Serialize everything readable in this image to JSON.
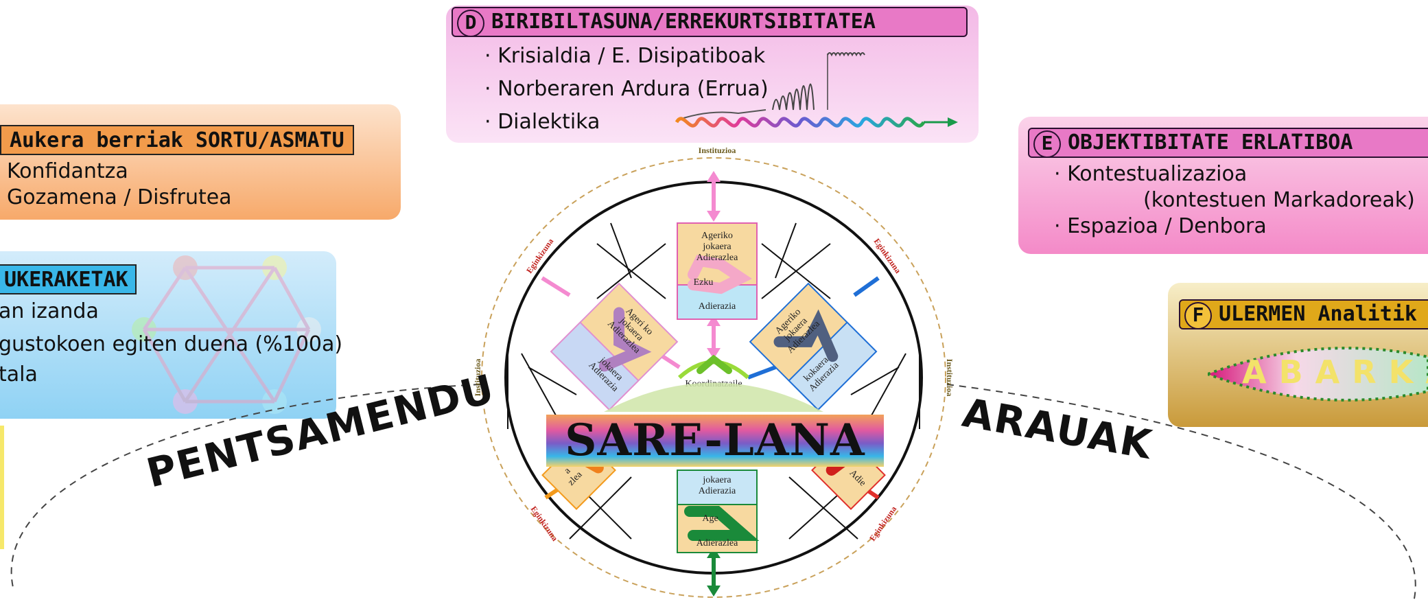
{
  "panel_d": {
    "letter": "D",
    "title": "BIRIBILTASUNA/ERREKURTSIBITATEA",
    "items": [
      "· Krisialdia / E. Disipatiboak",
      "· Norberaren Ardura (Errua)",
      "· Dialektika"
    ]
  },
  "panel_e": {
    "letter": "E",
    "title": "OBJEKTIBITATE ERLATIBOA",
    "items": [
      "· Kontestualizazioa",
      "(kontestuen Markadoreak)",
      "· Espazioa / Denbora"
    ]
  },
  "panel_f": {
    "letter": "F",
    "title": "ULERMEN Analitik",
    "word": "ABARKA"
  },
  "panel_c": {
    "title": "Aukera berriak SORTU/ASMATU",
    "items": [
      "Konfidantza",
      "Gozamena / Disfrutea"
    ]
  },
  "panel_b": {
    "title": "UKERAKETAK",
    "items": [
      "an izanda",
      "gustokoen egiten duena (%100a)",
      "tala"
    ]
  },
  "diagram": {
    "center_title": "SARE-LANA",
    "left_word": "PENTSAMENDU",
    "right_word": "ARAUAK",
    "institution_label": "Instituzioa",
    "task_label": "Eginkizuna",
    "coordinator_label": "Koordinatzaile",
    "box_top": [
      "Ageriko",
      "jokaera",
      "Adierazlea",
      "Ezku",
      "Adierazia"
    ],
    "box_left": [
      "Ageri ko",
      "jokaera",
      "Adierazlea",
      "jokaera",
      "Adierazia"
    ],
    "box_right": [
      "Ageriko",
      "jokaera",
      "Adierazlea",
      "kokaera",
      "Adierazia"
    ],
    "box_bottom": [
      "jokaera",
      "Adierazia",
      "Age",
      "Adierazlea"
    ],
    "box_bl": [
      "a",
      "zlea"
    ],
    "box_br": [
      "Adie"
    ]
  },
  "colors": {
    "pink": "#f48ad0",
    "green": "#1a8a3a",
    "blue": "#1f6fd6",
    "orange": "#f39a1c",
    "red": "#e0302c"
  }
}
